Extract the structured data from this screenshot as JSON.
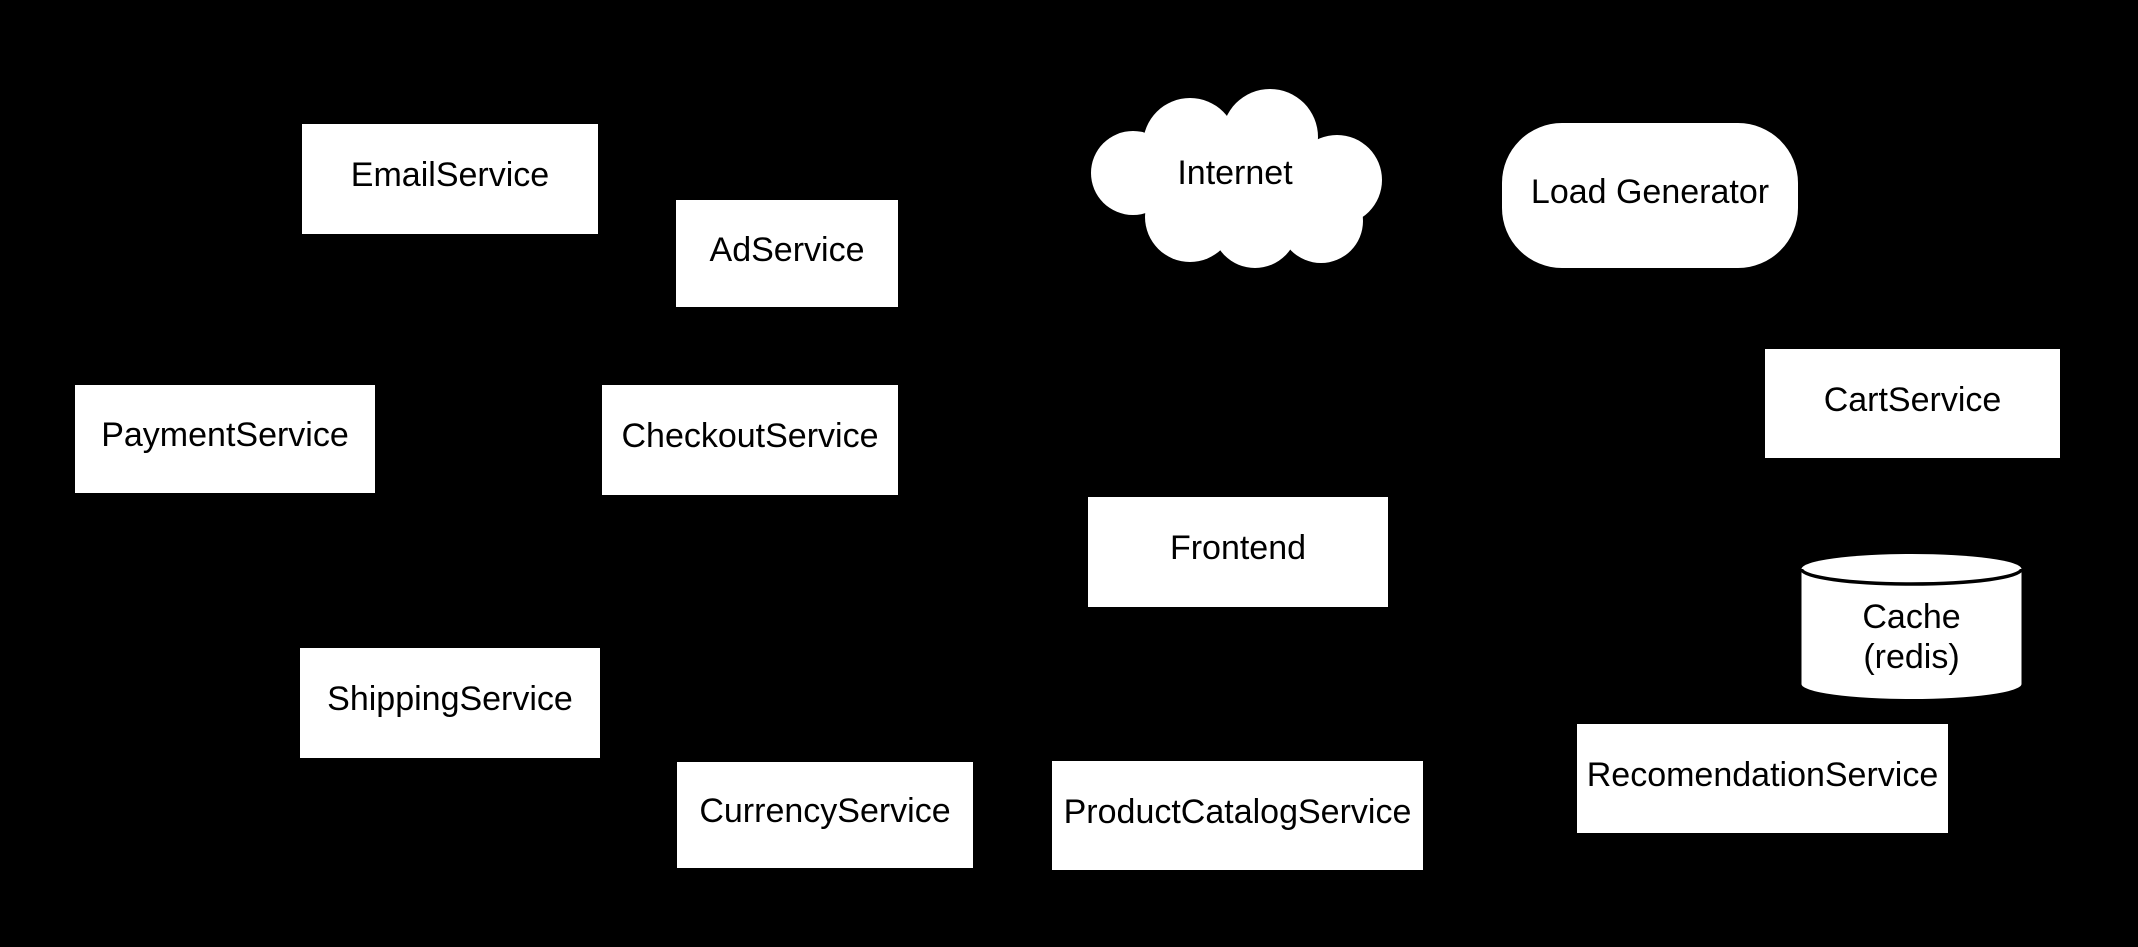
{
  "diagram": {
    "title": "",
    "background_color": "#000000",
    "node_fill_color": "#ffffff",
    "node_text_color": "#000000",
    "nodes": {
      "email": {
        "label": "EmailService",
        "shape": "rectangle"
      },
      "ad": {
        "label": "AdService",
        "shape": "rectangle"
      },
      "internet": {
        "label": "Internet",
        "shape": "cloud"
      },
      "loadgen": {
        "label": "Load Generator",
        "shape": "rounded-rectangle"
      },
      "payment": {
        "label": "PaymentService",
        "shape": "rectangle"
      },
      "checkout": {
        "label": "CheckoutService",
        "shape": "rectangle"
      },
      "cart": {
        "label": "CartService",
        "shape": "rectangle"
      },
      "frontend": {
        "label": "Frontend",
        "shape": "rectangle"
      },
      "cache": {
        "label_line1": "Cache",
        "label_line2": "(redis)",
        "shape": "cylinder"
      },
      "shipping": {
        "label": "ShippingService",
        "shape": "rectangle"
      },
      "currency": {
        "label": "CurrencyService",
        "shape": "rectangle"
      },
      "productcatalog": {
        "label": "ProductCatalogService",
        "shape": "rectangle"
      },
      "recommendation": {
        "label": "RecomendationService",
        "shape": "rectangle"
      }
    }
  }
}
